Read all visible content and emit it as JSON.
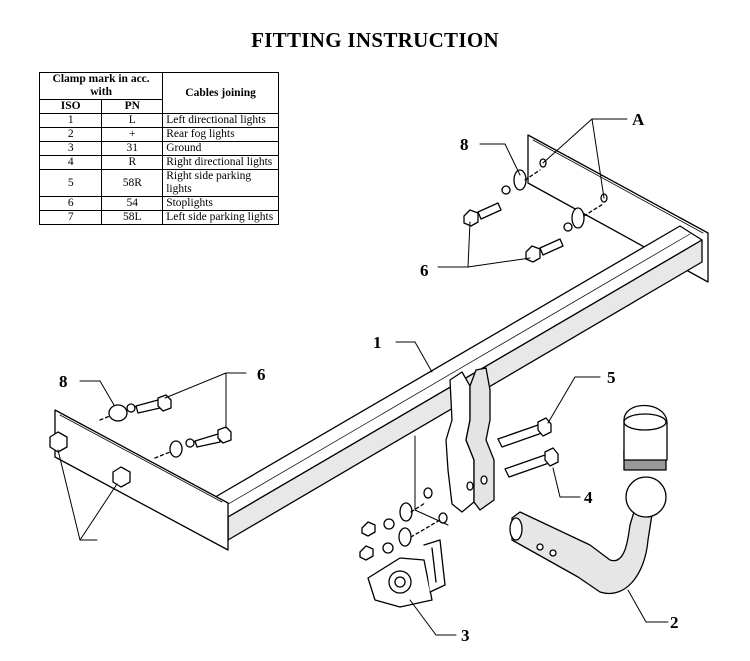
{
  "title": "FITTING INSTRUCTION",
  "table": {
    "header_clamp": "Clamp mark in acc. with",
    "header_cables": "Cables joining",
    "header_iso": "ISO",
    "header_pn": "PN",
    "rows": [
      {
        "iso": "1",
        "pn": "L",
        "cable": "Left directional lights"
      },
      {
        "iso": "2",
        "pn": "+",
        "cable": "Rear fog lights"
      },
      {
        "iso": "3",
        "pn": "31",
        "cable": "Ground"
      },
      {
        "iso": "4",
        "pn": "R",
        "cable": "Right directional lights"
      },
      {
        "iso": "5",
        "pn": "58R",
        "cable": "Right side parking lights"
      },
      {
        "iso": "6",
        "pn": "54",
        "cable": "Stoplights"
      },
      {
        "iso": "7",
        "pn": "58L",
        "cable": "Left side parking lights"
      }
    ]
  },
  "callouts": {
    "c1": "1",
    "c2": "2",
    "c3": "3",
    "c4": "4",
    "c5": "5",
    "c6_right": "6",
    "c6_left": "6",
    "c8_right": "8",
    "c8_left": "8",
    "cA": "A"
  }
}
